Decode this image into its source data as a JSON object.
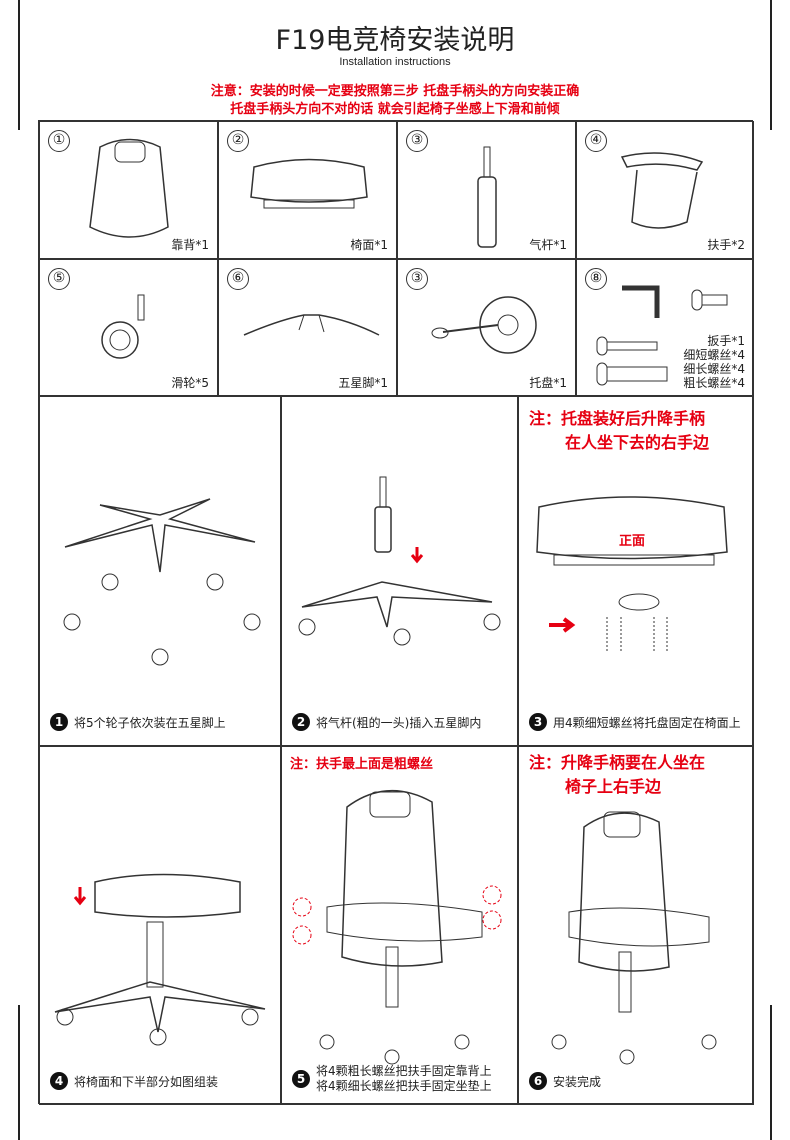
{
  "header": {
    "title": "F19电竞椅安装说明",
    "subtitle": "Installation instructions",
    "warning_line1": "注意：安装的时候一定要按照第三步 托盘手柄头的方向安装正确",
    "warning_line2": "托盘手柄头方向不对的话 就会引起椅子坐感上下滑和前倾"
  },
  "parts": [
    {
      "num": "①",
      "label": "靠背*1"
    },
    {
      "num": "②",
      "label": "椅面*1"
    },
    {
      "num": "③",
      "label": "气杆*1"
    },
    {
      "num": "④",
      "label": "扶手*2"
    },
    {
      "num": "⑤",
      "label": "滑轮*5"
    },
    {
      "num": "⑥",
      "label": "五星脚*1"
    },
    {
      "num": "③",
      "label": "托盘*1"
    },
    {
      "num": "⑧",
      "labels": [
        "扳手*1",
        "细短螺丝*4",
        "细长螺丝*4",
        "粗长螺丝*4"
      ]
    }
  ],
  "steps": [
    {
      "num": "1",
      "caption": "将5个轮子依次装在五星脚上"
    },
    {
      "num": "2",
      "caption": "将气杆(粗的一头)插入五星脚内"
    },
    {
      "num": "3",
      "caption": "用4颗细短螺丝将托盘固定在椅面上",
      "note_line1": "注：托盘装好后升降手柄",
      "note_line2": "在人坐下去的右手边",
      "front_label": "正面"
    },
    {
      "num": "4",
      "caption": "将椅面和下半部分如图组装"
    },
    {
      "num": "5",
      "caption_line1": "将4颗粗长螺丝把扶手固定靠背上",
      "caption_line2": "将4颗细长螺丝把扶手固定坐垫上",
      "note": "注：扶手最上面是粗螺丝"
    },
    {
      "num": "6",
      "caption": "安装完成",
      "note_line1": "注：升降手柄要在人坐在",
      "note_line2": "椅子上右手边"
    }
  ]
}
